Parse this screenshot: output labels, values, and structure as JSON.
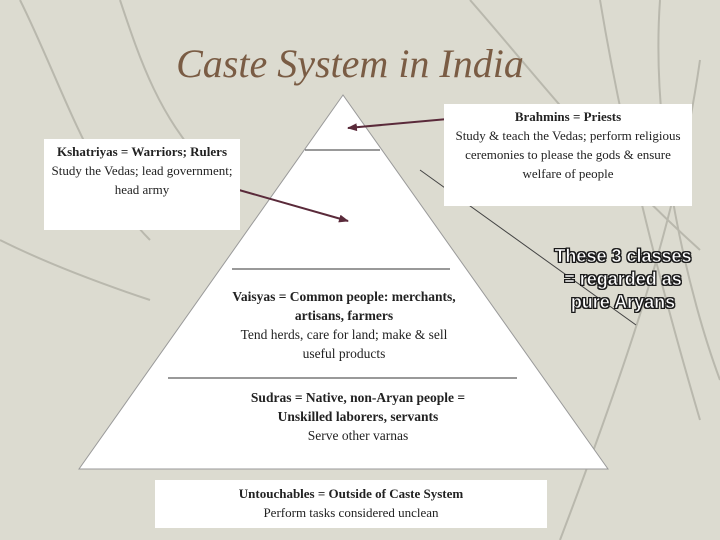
{
  "slide": {
    "title": "Caste System in India",
    "brahmins": {
      "heading": "Brahmins = Priests",
      "text": "Study & teach the Vedas; perform religious ceremonies to please the gods & ensure welfare of people"
    },
    "kshatriyas": {
      "heading": "Kshatriyas = Warriors; Rulers",
      "text": "Study the Vedas; lead government; head army"
    },
    "vaisyas": {
      "heading": "Vaisyas = Common people: merchants, artisans, farmers",
      "text": "Tend herds, care for land; make & sell useful products"
    },
    "sudras": {
      "heading": "Sudras = Native, non-Aryan people = Unskilled laborers, servants",
      "text": "Serve other varnas"
    },
    "untouchables": {
      "heading": "Untouchables = Outside of Caste System",
      "text": "Perform tasks considered unclean"
    },
    "side_note": "These 3 classes = regarded as pure Aryans"
  },
  "colors": {
    "background": "#dcdbd0",
    "title": "#7a5c44",
    "pyramid": "#ffffff",
    "arrow": "#5a2a3a"
  }
}
